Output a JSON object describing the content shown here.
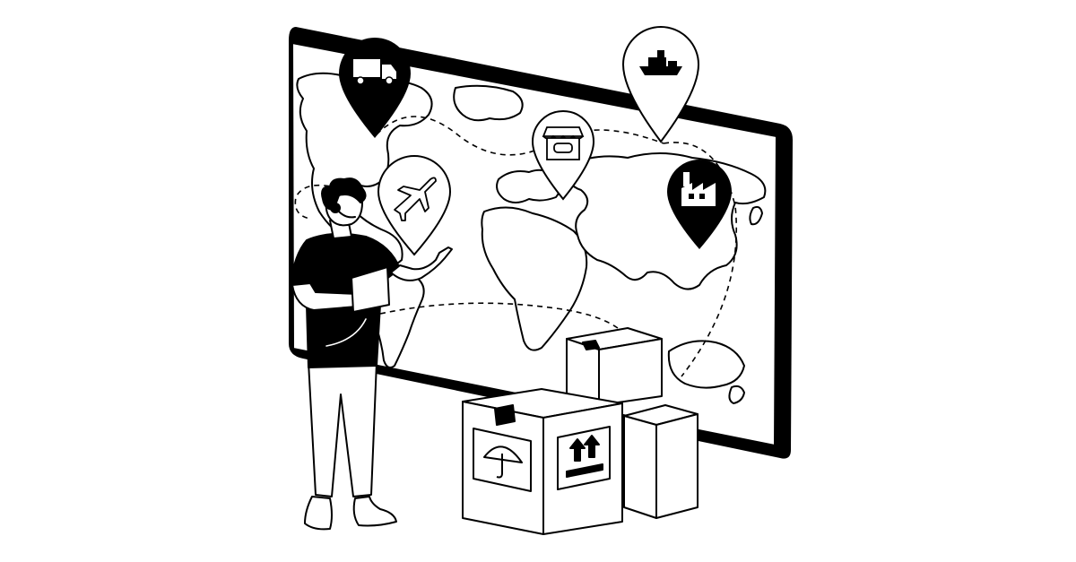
{
  "colors": {
    "background": "#ffffff",
    "ink": "#000000",
    "paper": "#ffffff"
  },
  "map_pins": [
    {
      "id": "truck",
      "icon": "truck-icon",
      "fill": "dark"
    },
    {
      "id": "ship",
      "icon": "ship-icon",
      "fill": "light"
    },
    {
      "id": "store",
      "icon": "store-icon",
      "fill": "light"
    },
    {
      "id": "airplane",
      "icon": "airplane-icon",
      "fill": "light"
    },
    {
      "id": "factory",
      "icon": "factory-icon",
      "fill": "dark"
    }
  ],
  "boxes": [
    {
      "id": "front",
      "labels": [
        "umbrella-icon",
        "this-side-up-icon"
      ]
    },
    {
      "id": "right"
    },
    {
      "id": "top"
    }
  ],
  "figure": {
    "description_icons": [
      "headset-icon",
      "tablet-icon"
    ]
  }
}
